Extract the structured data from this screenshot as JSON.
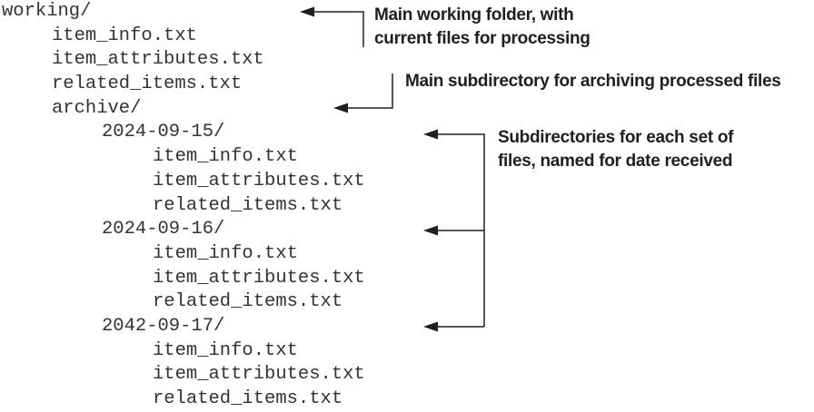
{
  "figure": {
    "tree": {
      "items": [
        {
          "name": "working/",
          "level": 0,
          "type": "directory"
        },
        {
          "name": "item_info.txt",
          "level": 1,
          "type": "file"
        },
        {
          "name": "item_attributes.txt",
          "level": 1,
          "type": "file"
        },
        {
          "name": "related_items.txt",
          "level": 1,
          "type": "file"
        },
        {
          "name": "archive/",
          "level": 1,
          "type": "directory"
        },
        {
          "name": "2024-09-15/",
          "level": 2,
          "type": "directory"
        },
        {
          "name": "item_info.txt",
          "level": 3,
          "type": "file"
        },
        {
          "name": "item_attributes.txt",
          "level": 3,
          "type": "file"
        },
        {
          "name": "related_items.txt",
          "level": 3,
          "type": "file"
        },
        {
          "name": "2024-09-16/",
          "level": 2,
          "type": "directory"
        },
        {
          "name": "item_info.txt",
          "level": 3,
          "type": "file"
        },
        {
          "name": "item_attributes.txt",
          "level": 3,
          "type": "file"
        },
        {
          "name": "related_items.txt",
          "level": 3,
          "type": "file"
        },
        {
          "name": "2042-09-17/",
          "level": 2,
          "type": "directory"
        },
        {
          "name": "item_info.txt",
          "level": 3,
          "type": "file"
        },
        {
          "name": "item_attributes.txt",
          "level": 3,
          "type": "file"
        },
        {
          "name": "related_items.txt",
          "level": 3,
          "type": "file"
        }
      ]
    },
    "annotations": {
      "working": {
        "line1": "Main working folder, with",
        "line2": "current files for processing"
      },
      "archive": {
        "line1": "Main subdirectory for archiving processed files"
      },
      "dated": {
        "line1": "Subdirectories for each set of",
        "line2": "files, named for date received"
      }
    },
    "colors": {
      "background": "#ffffff",
      "tree_text": "#353331",
      "annotation_text": "#211e1e",
      "arrow": "#211e1e"
    }
  }
}
